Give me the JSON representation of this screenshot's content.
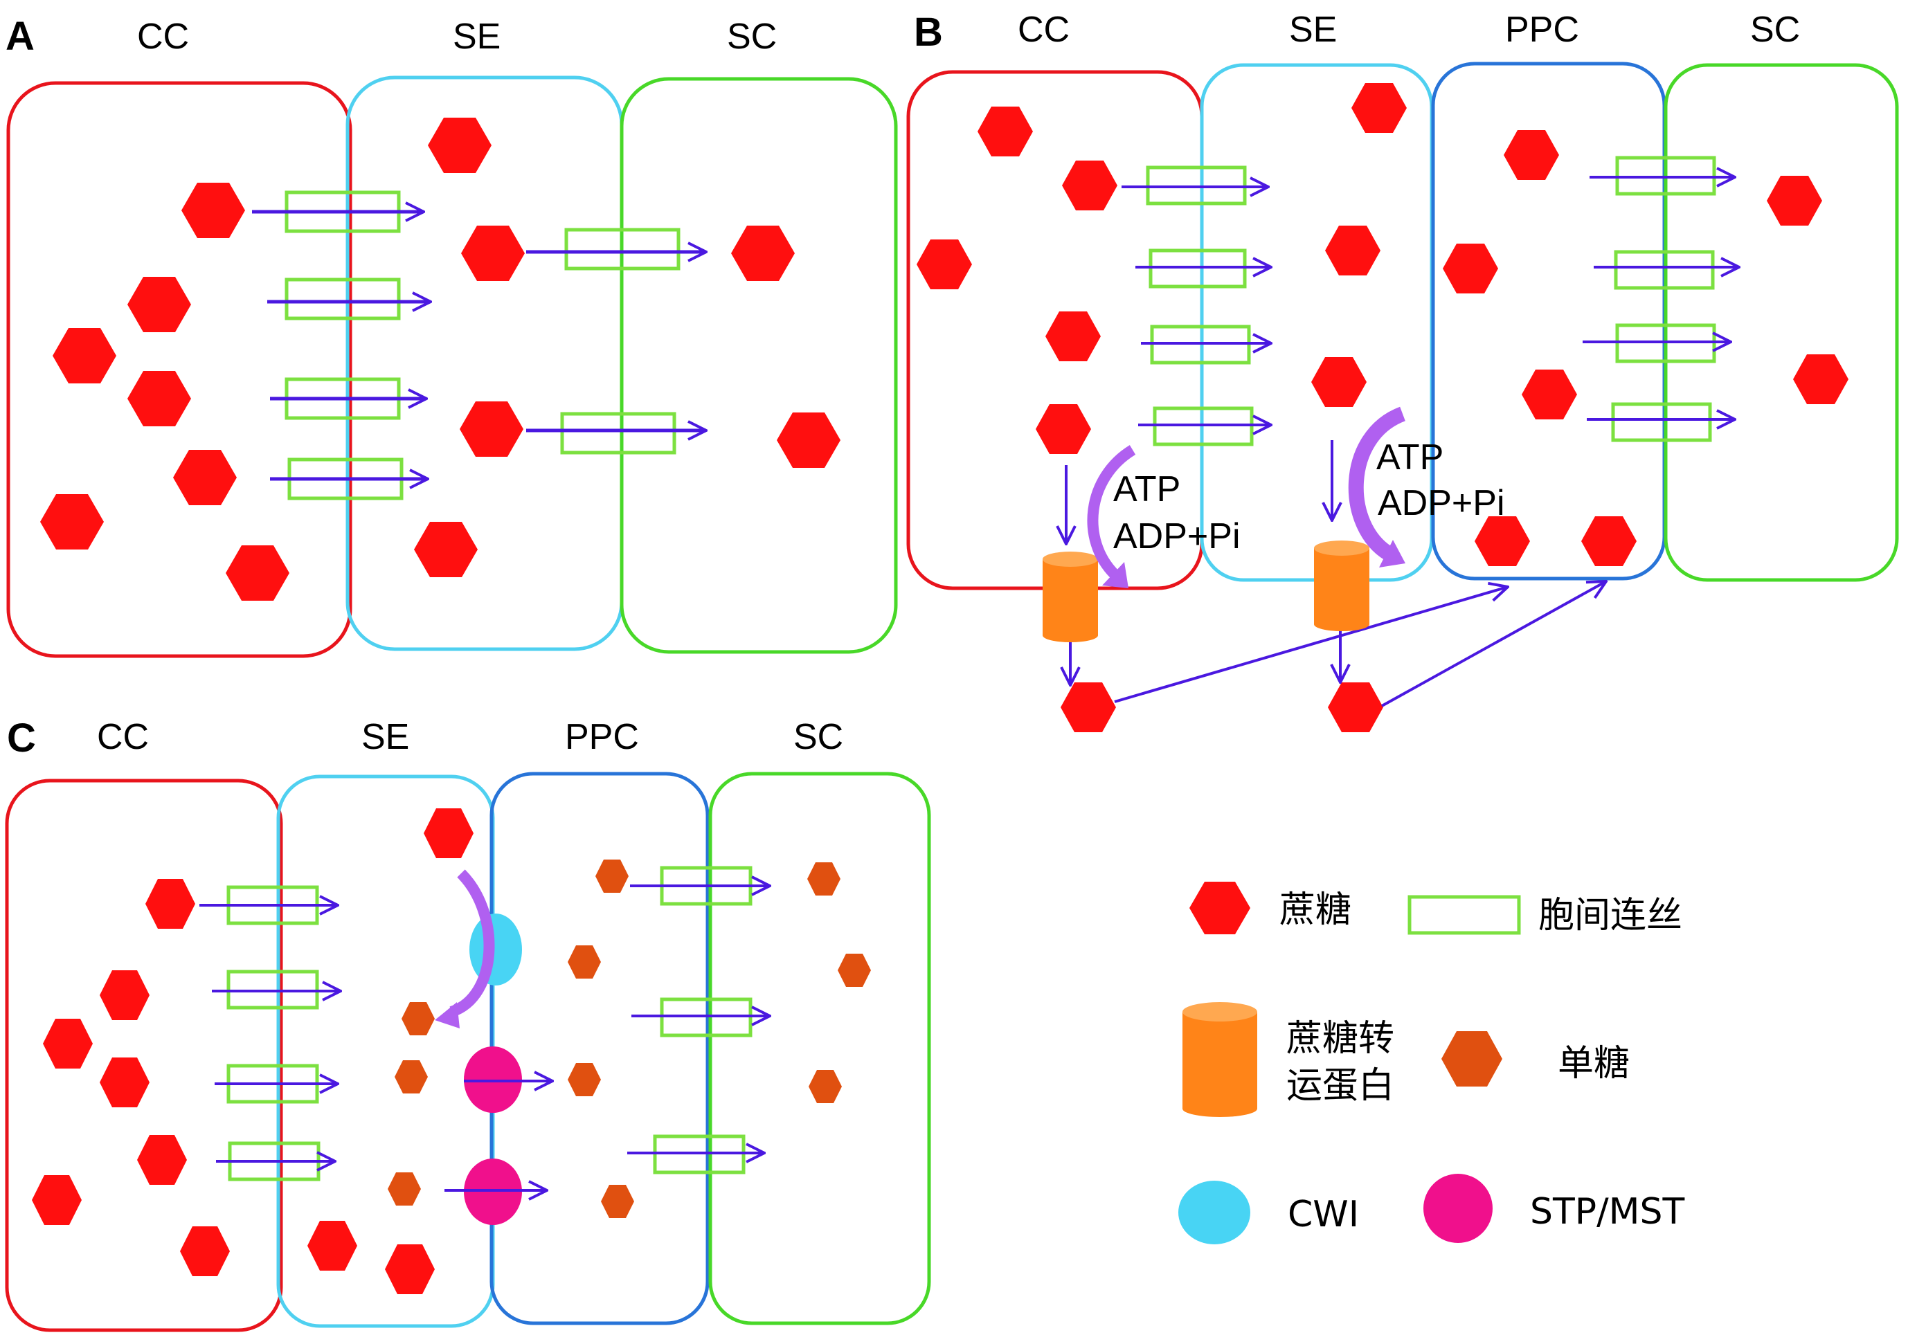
{
  "colors": {
    "cc": "#e8141c",
    "se": "#4fd0f0",
    "ppc": "#2874d8",
    "sc": "#48d828",
    "sucrose": "#ff0f0f",
    "plasmodesmata": "#7ce040",
    "arrow": "#4a18e0",
    "transporter": "#ff8418",
    "monosaccharide": "#e05010",
    "cwi": "#48d4f4",
    "stp": "#f0108c",
    "energy_arrow": "#b060f0"
  },
  "panels": {
    "A": {
      "letter": "A",
      "labels": {
        "cc": "CC",
        "se": "SE",
        "sc": "SC"
      }
    },
    "B": {
      "letter": "B",
      "labels": {
        "cc": "CC",
        "se": "SE",
        "ppc": "PPC",
        "sc": "SC"
      },
      "energy": [
        {
          "atp": "ATP",
          "adp": "ADP+Pi"
        },
        {
          "atp": "ATP",
          "adp": "ADP+Pi"
        }
      ]
    },
    "C": {
      "letter": "C",
      "labels": {
        "cc": "CC",
        "se": "SE",
        "ppc": "PPC",
        "sc": "SC"
      }
    }
  },
  "legend": {
    "sucrose": "蔗糖",
    "plasmodesmata": "胞间连丝",
    "transporter_line1": "蔗糖转",
    "transporter_line2": "运蛋白",
    "monosaccharide": "单糖",
    "cwi": "CWI",
    "stp": "STP/MST"
  }
}
